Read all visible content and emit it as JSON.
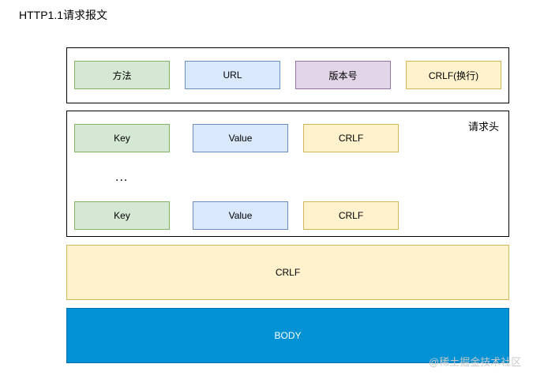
{
  "title": "HTTP1.1请求报文",
  "request_line": {
    "method": "方法",
    "url": "URL",
    "version": "版本号",
    "crlf": "CRLF(换行)"
  },
  "headers": {
    "label": "请求头",
    "rows": [
      {
        "key": "Key",
        "value": "Value",
        "crlf": "CRLF"
      },
      {
        "key": "Key",
        "value": "Value",
        "crlf": "CRLF"
      }
    ],
    "ellipsis": "..."
  },
  "blank_line": "CRLF",
  "body": "BODY",
  "watermark": "@稀土掘金技术社区",
  "colors": {
    "green_fill": "#d5e8d4",
    "blue_fill": "#dae8fc",
    "purple_fill": "#e1d5e7",
    "yellow_fill": "#fff2cc",
    "body_fill": "#0092d5"
  }
}
